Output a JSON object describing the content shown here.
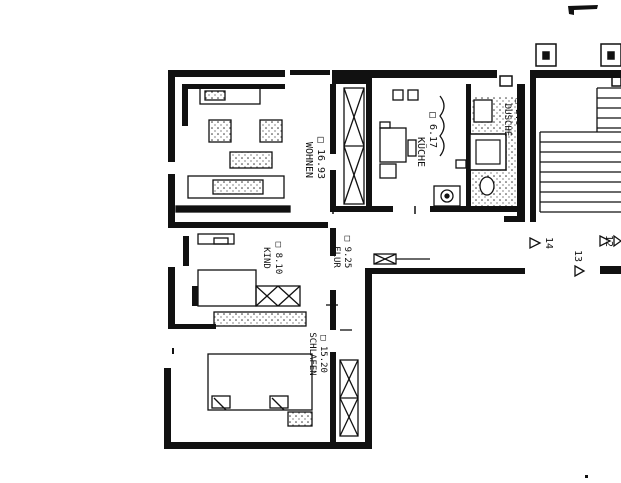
{
  "rooms": {
    "wohnen": {
      "name": "WOHNEN",
      "area": "□ 16.93"
    },
    "kueche": {
      "name": "KÜCHE",
      "area": "□ 6.17"
    },
    "dusche": {
      "name": "DUSCHE",
      "area": "□ 2.6"
    },
    "kind": {
      "name": "KIND",
      "area": "□ 8.10"
    },
    "flur": {
      "name": "FLUR",
      "area": "□ 9.25"
    },
    "schlafen": {
      "name": "SCHLAFEN",
      "area": "□ 15.20"
    }
  },
  "stair": {
    "step_14": "14",
    "step_13": "13",
    "step_12": "12"
  },
  "colors": {
    "ink": "#111111",
    "paper": "#ffffff",
    "hatch": "#555555"
  }
}
